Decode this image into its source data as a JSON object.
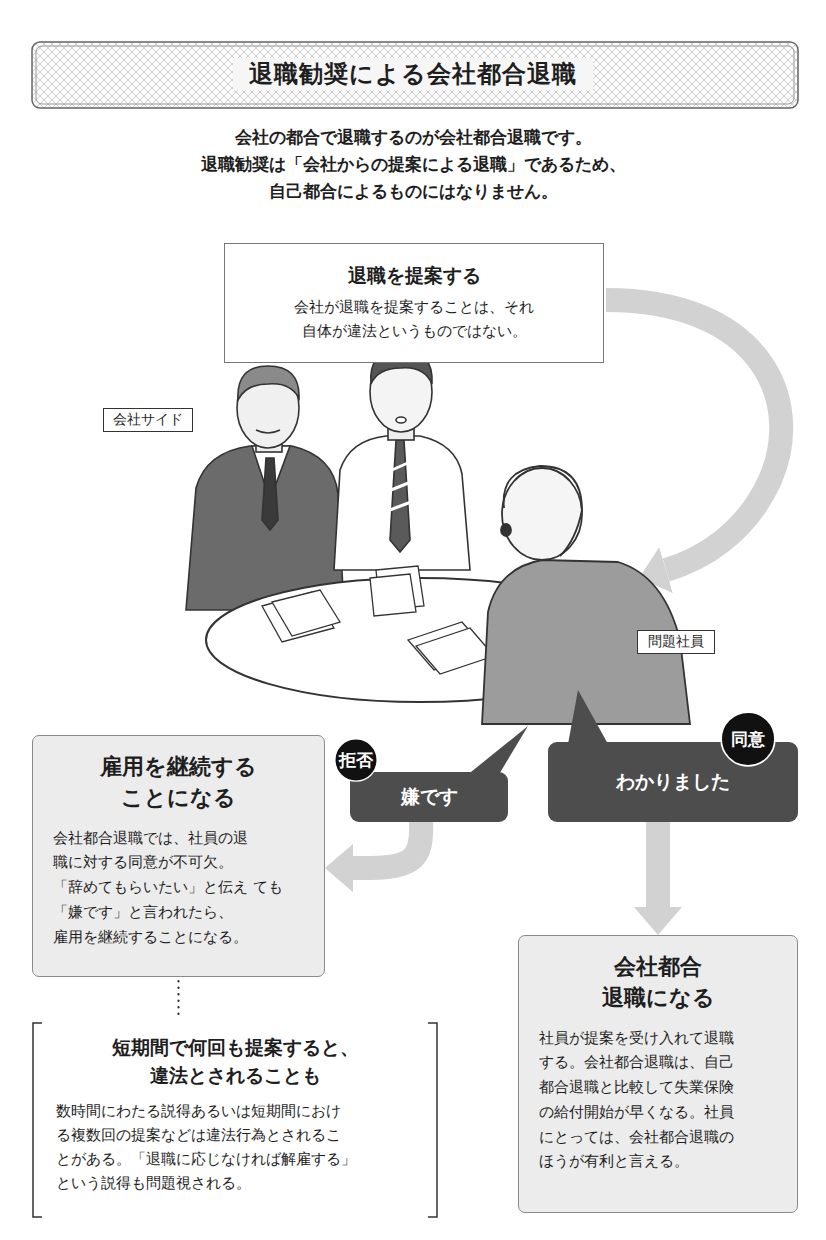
{
  "diagram": {
    "title": "退職勧奨による会社都合退職",
    "nodes": [
      {
        "text": [
          "退職を提案する",
          "会社が退職を提案することは、それ 自体が違法というものではない。"
        ]
      },
      {
        "text": [
          "会社サイド"
        ]
      },
      {
        "text": [
          "問題社員"
        ]
      },
      {
        "text": [
          "嫌です"
        ]
      },
      {
        "text": [
          "拒否"
        ],
        "in": 3
      },
      {
        "text": [
          "わかりました"
        ]
      },
      {
        "text": [
          "同意"
        ],
        "in": 5
      },
      {
        "text": [
          "雇用を継続する ことになる",
          "会社都合退職では、社員の退 職に対する同意が不可欠。 「辞めてもらいたい」と伝え ても「嫌です」と言われたら、 雇用を継続することになる。"
        ]
      },
      {
        "text": [
          "短期間で何回も提案すると、 違法とされることも",
          "数時間にわたる説得あるいは短期間におけ る複数回の提案などは違法行為とされるこ とがある。「退職に応じなければ解雇する」 という説得も問題視される。"
        ]
      },
      {
        "text": [
          "会社都合 退職になる",
          "社員が提案を受け入れて退職 する。会社都合退職は、自己 都合退職と比較して失業保険 の給付開始が早くなる。社員 にとっては、会社都合退職の ほうが有利と言える。"
        ]
      }
    ],
    "edges": [
      {
        "from": 3,
        "to": 7,
        "arrow": "to"
      },
      {
        "from": 5,
        "to": 9,
        "arrow": "to"
      },
      {
        "from": 7,
        "to": 8,
        "arrow": "none"
      }
    ],
    "labels": [
      "会社の都合で退職するのが会社都合退職です。 退職勧奨は「会社からの提案による退職」であるため、 自己都合によるものにはなりません。"
    ]
  }
}
